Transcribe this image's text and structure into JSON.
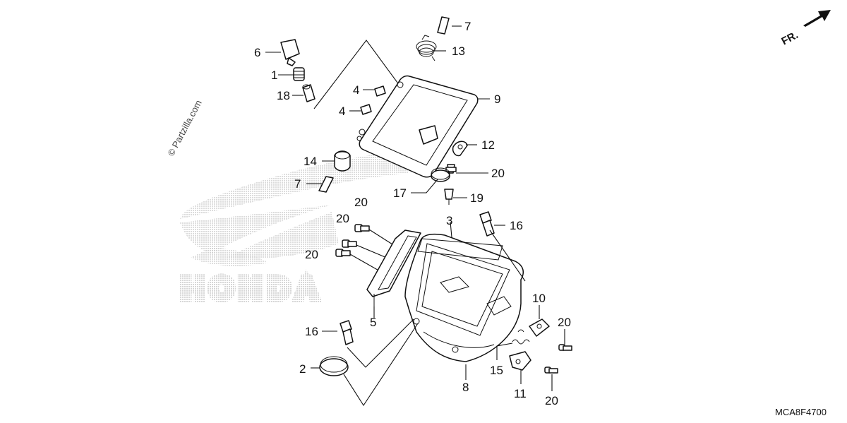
{
  "watermark": {
    "text": "© Partzilla.com",
    "brand": "HONDA"
  },
  "front_indicator": {
    "label": "FR."
  },
  "diagram_code": "MCA8F4700",
  "callouts": [
    {
      "id": "c6",
      "num": "6"
    },
    {
      "id": "c1",
      "num": "1"
    },
    {
      "id": "c18",
      "num": "18"
    },
    {
      "id": "c4a",
      "num": "4"
    },
    {
      "id": "c4b",
      "num": "4"
    },
    {
      "id": "c7a",
      "num": "7"
    },
    {
      "id": "c13",
      "num": "13"
    },
    {
      "id": "c9",
      "num": "9"
    },
    {
      "id": "c12",
      "num": "12"
    },
    {
      "id": "c20a",
      "num": "20"
    },
    {
      "id": "c14",
      "num": "14"
    },
    {
      "id": "c7b",
      "num": "7"
    },
    {
      "id": "c17",
      "num": "17"
    },
    {
      "id": "c19",
      "num": "19"
    },
    {
      "id": "c20b",
      "num": "20"
    },
    {
      "id": "c20c",
      "num": "20"
    },
    {
      "id": "c20d",
      "num": "20"
    },
    {
      "id": "c3",
      "num": "3"
    },
    {
      "id": "c16a",
      "num": "16"
    },
    {
      "id": "c5",
      "num": "5"
    },
    {
      "id": "c10",
      "num": "10"
    },
    {
      "id": "c20e",
      "num": "20"
    },
    {
      "id": "c16b",
      "num": "16"
    },
    {
      "id": "c15",
      "num": "15"
    },
    {
      "id": "c2",
      "num": "2"
    },
    {
      "id": "c8",
      "num": "8"
    },
    {
      "id": "c11",
      "num": "11"
    },
    {
      "id": "c20f",
      "num": "20"
    }
  ]
}
